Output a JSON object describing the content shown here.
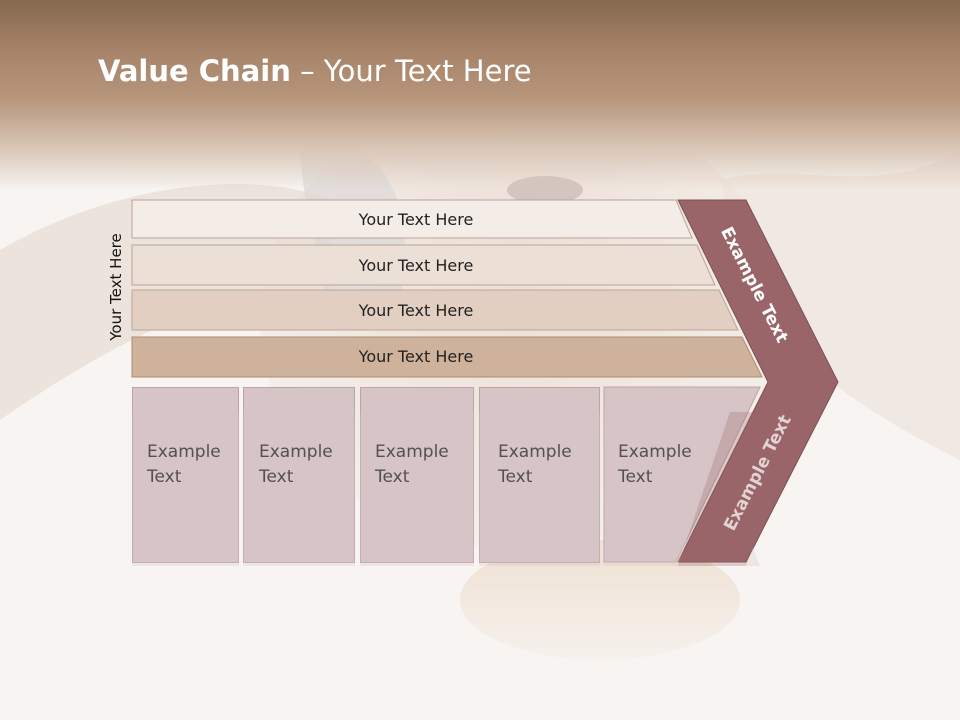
{
  "slide": {
    "title_bold": "Value Chain",
    "title_rest": " – Your Text Here",
    "side_label": "Your Text Here",
    "support_bars": [
      "Your Text Here",
      "Your Text Here",
      "Your Text Here",
      "Your Text Here"
    ],
    "primary_boxes": [
      {
        "line1": "Example",
        "line2": "Text"
      },
      {
        "line1": "Example",
        "line2": "Text"
      },
      {
        "line1": "Example",
        "line2": "Text"
      },
      {
        "line1": "Example",
        "line2": "Text"
      },
      {
        "line1": "Example",
        "line2": "Text"
      }
    ],
    "chevron_upper_label": "Example Text",
    "chevron_lower_label": "Example Text"
  },
  "colors": {
    "header_brown": "#a7846a",
    "bar_1": "#f3ece7",
    "bar_2": "#ecdfd6",
    "bar_3": "#e2cfc1",
    "bar_4": "#cfb29b",
    "box_fill": "#d6c4c6",
    "chevron_fill": "#9a6568"
  }
}
